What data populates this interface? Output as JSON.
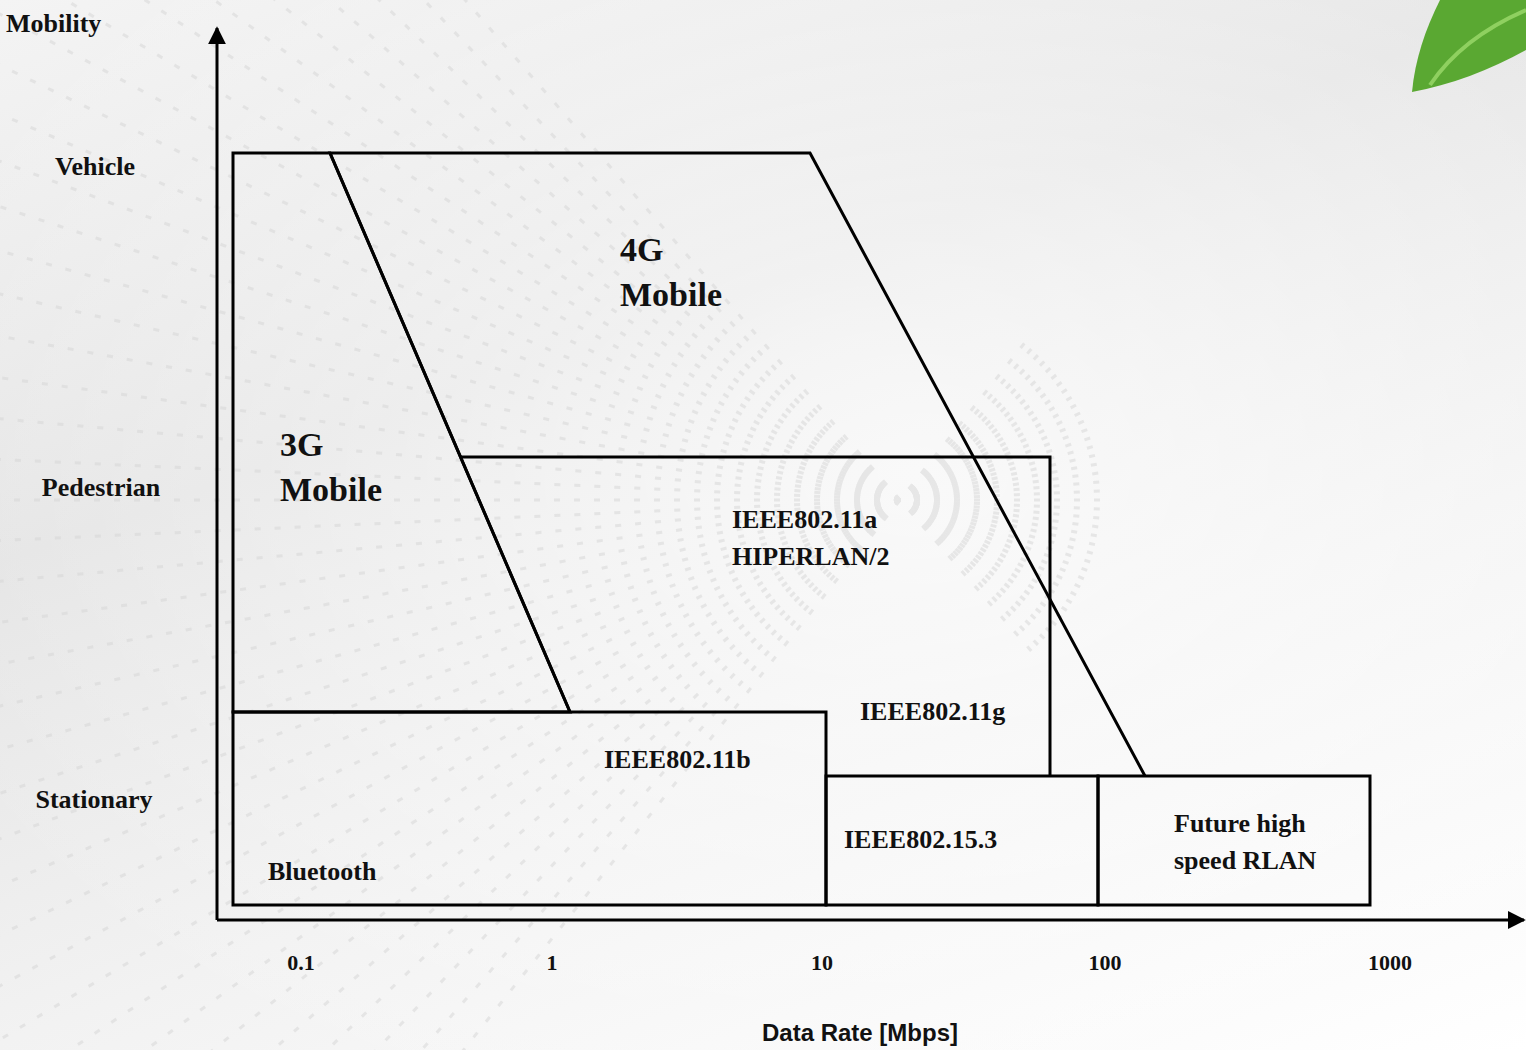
{
  "diagram": {
    "nodes": [
      {
        "text": [
          "3G Mobile"
        ]
      },
      {
        "text": [
          "4G Mobile"
        ]
      },
      {
        "text": [
          "IEEE802.11a HIPERLAN/2",
          "IEEE802.11g"
        ]
      },
      {
        "text": [
          "IEEE802.11b",
          "Bluetooth"
        ]
      },
      {
        "text": [
          "IEEE802.15.3"
        ]
      },
      {
        "text": [
          "Future high speed RLAN"
        ]
      }
    ],
    "edges": [],
    "labels": [
      "Mobility",
      "Vehicle",
      "Pedestrian",
      "Stationary",
      "0.1",
      "1",
      "10",
      "100",
      "1000",
      "Data Rate [Mbps]"
    ]
  }
}
